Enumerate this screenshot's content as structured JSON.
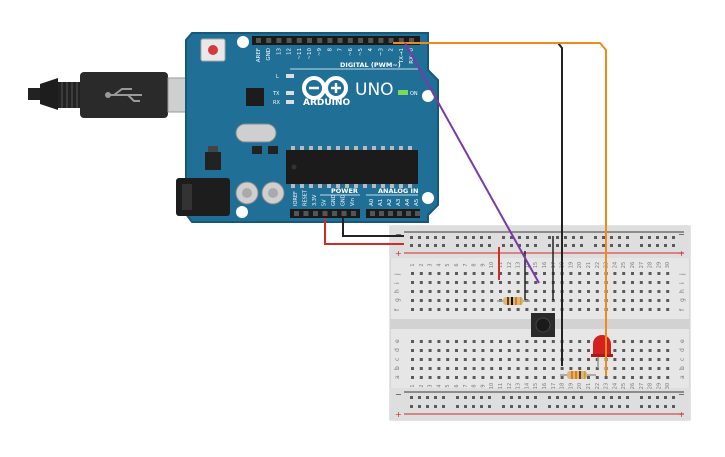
{
  "arduino": {
    "brand_text": "ARDUINO",
    "model_text": "UNO",
    "digital_header_label": "DIGITAL (PWM~)",
    "power_label": "POWER",
    "analog_label": "ANALOG IN",
    "led_l": "L",
    "led_tx": "TX",
    "led_rx": "RX",
    "on_label": "ON",
    "digital_pins": [
      "AREF",
      "GND",
      "13",
      "12",
      "~11",
      "~10",
      "~9",
      "8",
      "7",
      "~6",
      "~5",
      "4",
      "~3",
      "2",
      "TX→1",
      "RX←0"
    ],
    "power_pins": [
      "IOREF",
      "RESET",
      "3.3V",
      "5V",
      "GND",
      "GND",
      "Vin"
    ],
    "analog_pins": [
      "A0",
      "A1",
      "A2",
      "A3",
      "A4",
      "A5"
    ]
  },
  "breadboard": {
    "column_numbers": [
      "1",
      "2",
      "3",
      "4",
      "5",
      "6",
      "7",
      "8",
      "9",
      "10",
      "11",
      "12",
      "13",
      "14",
      "15",
      "16",
      "17",
      "18",
      "19",
      "20",
      "21",
      "22",
      "23",
      "24",
      "25",
      "26",
      "27",
      "28",
      "29",
      "30"
    ],
    "top_rows": [
      "j",
      "i",
      "h",
      "g",
      "f"
    ],
    "bottom_rows": [
      "e",
      "d",
      "c",
      "b",
      "a"
    ],
    "rail_minus": "−",
    "rail_plus": "+"
  },
  "colors": {
    "board": "#1f6f97",
    "board_dark": "#175878",
    "wire_red": "#d42a2a",
    "wire_black": "#222222",
    "wire_orange": "#f08a18",
    "wire_purple": "#7a3aa8",
    "led_red": "#d42020"
  }
}
